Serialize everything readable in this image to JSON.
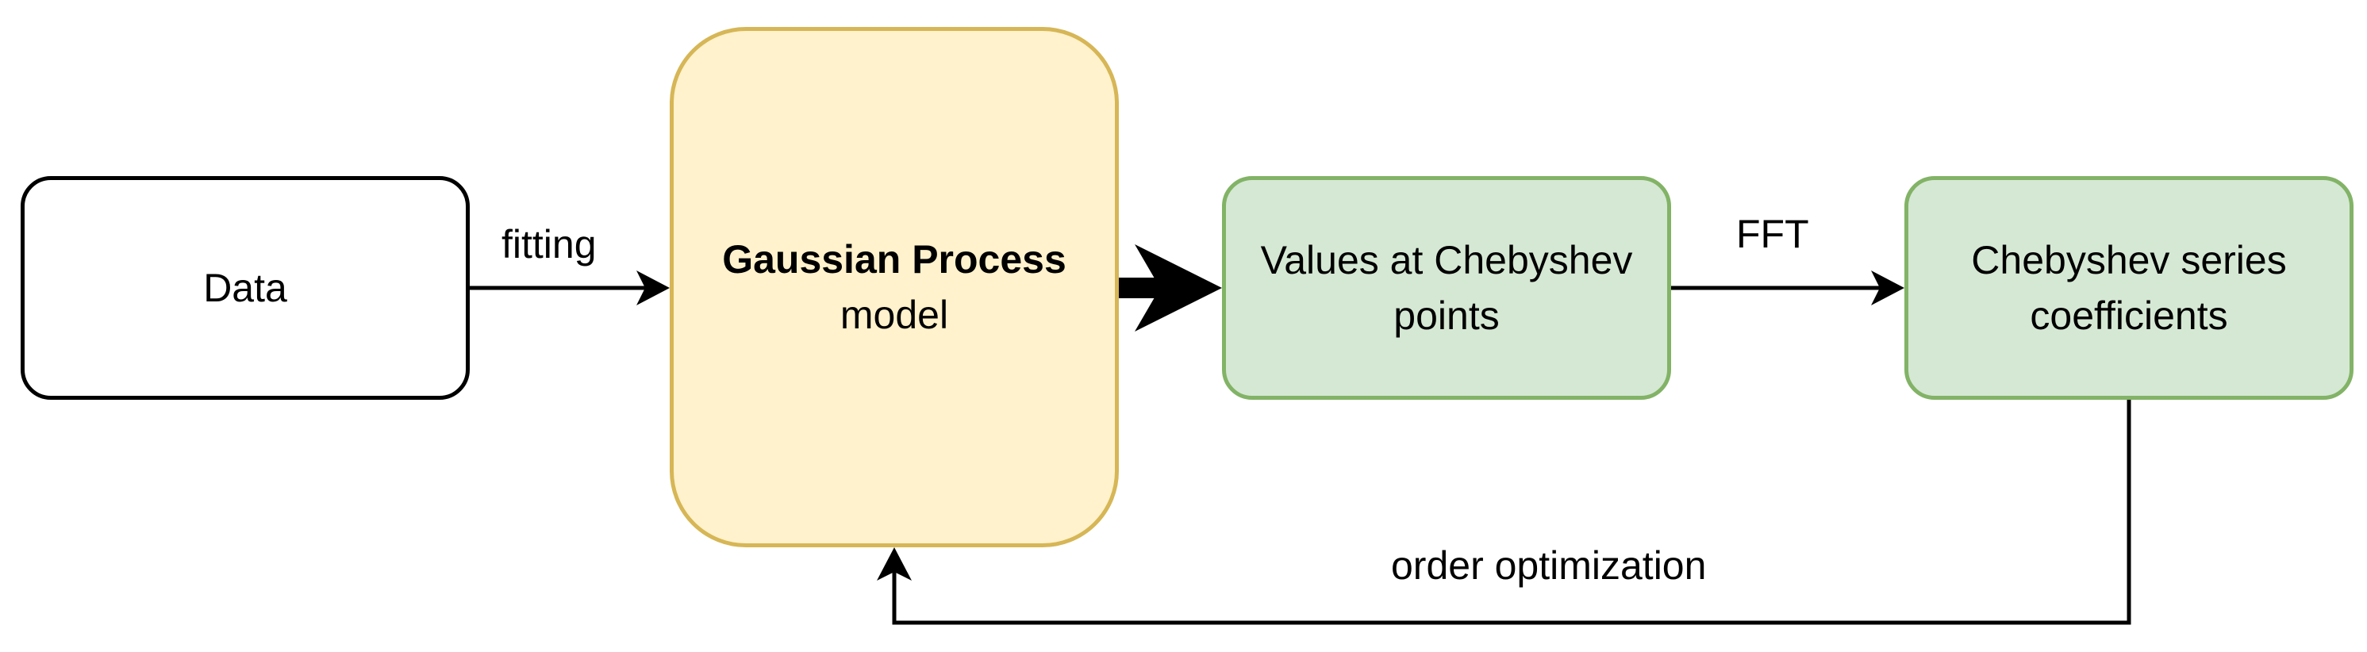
{
  "diagram": {
    "nodes": {
      "data": {
        "label": "Data",
        "stroke": "#000000",
        "fill": "#ffffff"
      },
      "gaussian_process": {
        "title": "Gaussian Process",
        "subtitle": "model",
        "stroke": "#d6b656",
        "fill": "#fff2cc"
      },
      "values": {
        "line1": "Values at Chebyshev",
        "line2": "points",
        "stroke": "#82b366",
        "fill": "#d5e8d4"
      },
      "coefficients": {
        "line1": "Chebyshev series",
        "line2": "coefficients",
        "stroke": "#82b366",
        "fill": "#d5e8d4"
      }
    },
    "edges": {
      "fitting": "fitting",
      "fft": "FFT",
      "order_optimization": "order optimization"
    }
  }
}
